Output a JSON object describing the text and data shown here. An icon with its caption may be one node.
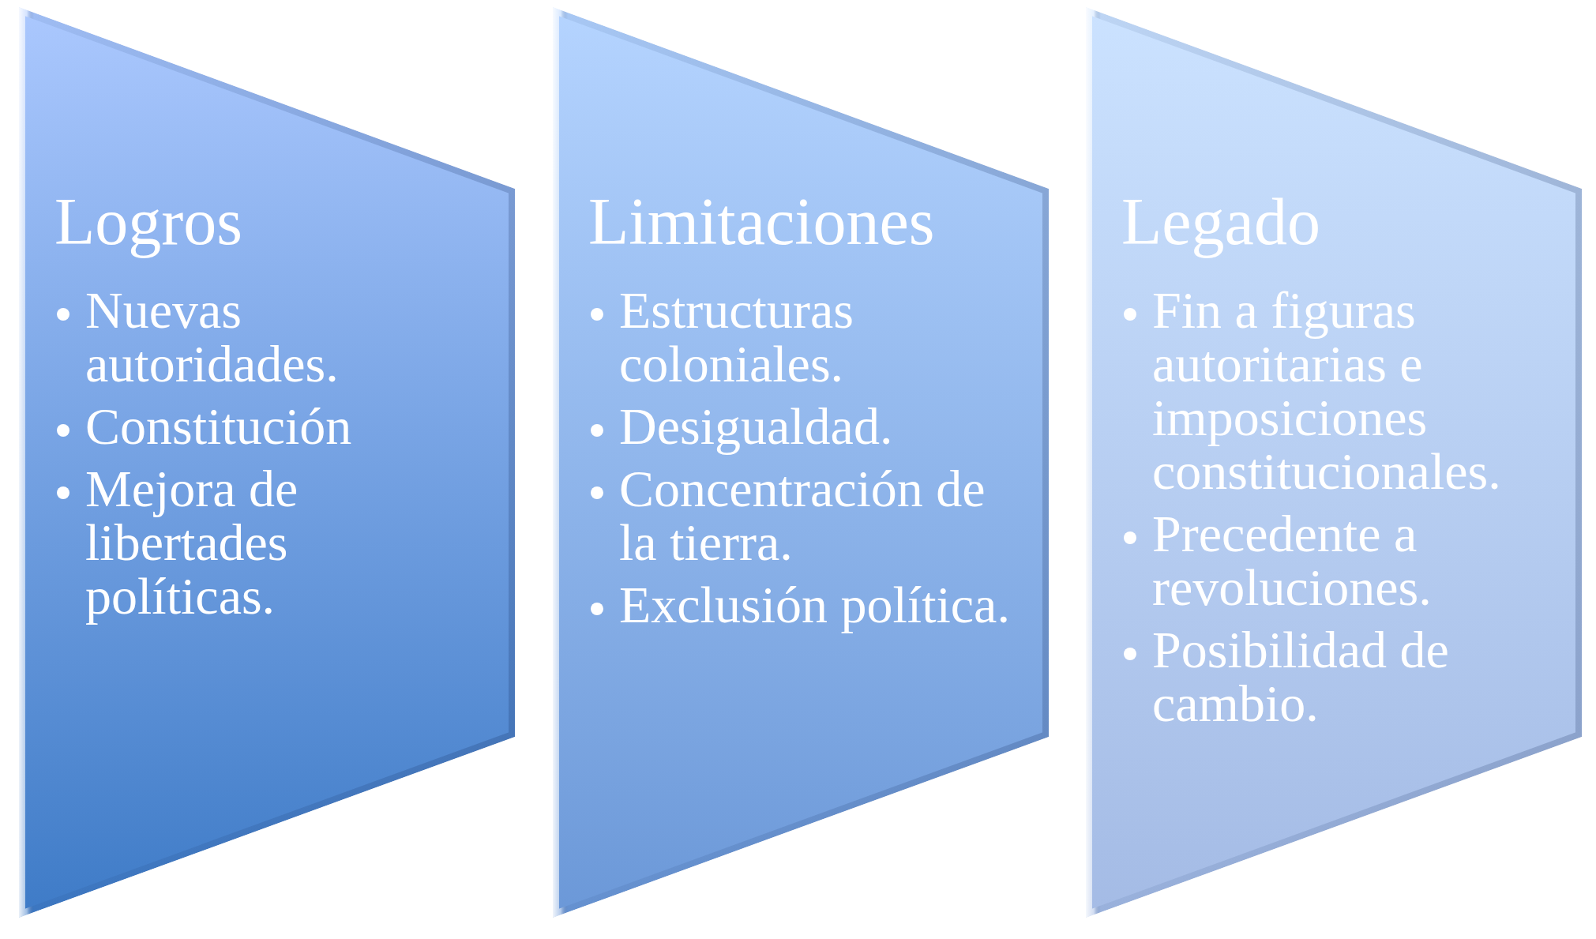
{
  "diagram": {
    "nodes": [
      {
        "text": [
          "Logros",
          "Nuevas autoridades.",
          "Constitución",
          "Mejora de libertades políticas."
        ]
      },
      {
        "text": [
          "Limitaciones",
          "Estructuras coloniales.",
          "Desigualdad.",
          "Concentración de la tierra.",
          "Exclusión política."
        ]
      },
      {
        "text": [
          "Legado",
          "Fin a figuras autoritarias e imposiciones constitucionales.",
          "Precedente a revoluciones.",
          "Posibilidad de cambio."
        ]
      }
    ]
  }
}
